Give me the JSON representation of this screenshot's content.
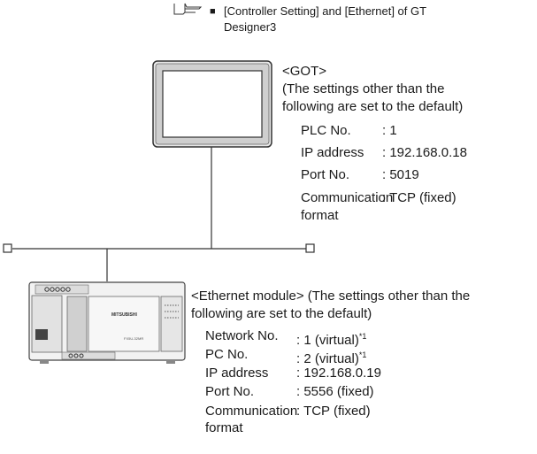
{
  "reference": {
    "icon": "pointing-hand-icon",
    "bullet": "■",
    "line1": "[Controller Setting] and [Ethernet] of GT",
    "line2": "Designer3"
  },
  "got": {
    "title": "<GOT>",
    "note_line1": "(The settings other than the",
    "note_line2": "following are set to the default)",
    "settings": [
      {
        "label": "PLC No.",
        "value": ": 1"
      },
      {
        "label": "IP address",
        "value": ": 192.168.0.18"
      },
      {
        "label": "Port No.",
        "value": ": 5019"
      },
      {
        "label": "Communication",
        "label2": "format",
        "value": ": TCP (fixed)"
      }
    ]
  },
  "ethernet_module": {
    "title_line1": "<Ethernet module> (The settings other than the",
    "title_line2": "following are set to the default)",
    "settings": [
      {
        "label": "Network No.",
        "value": ": 1 (virtual)",
        "sup": "*1"
      },
      {
        "label": "PC No.",
        "value": ": 2 (virtual)",
        "sup": "*1"
      },
      {
        "label": "IP address",
        "value": ": 192.168.0.19"
      },
      {
        "label": "Port No.",
        "value": ": 5556 (fixed)"
      },
      {
        "label": "Communication",
        "label2": "format",
        "value": ": TCP (fixed)"
      }
    ]
  },
  "plc_device": {
    "brand_text": "MITSUBISHI",
    "model_text": "FX5U-32MR"
  }
}
